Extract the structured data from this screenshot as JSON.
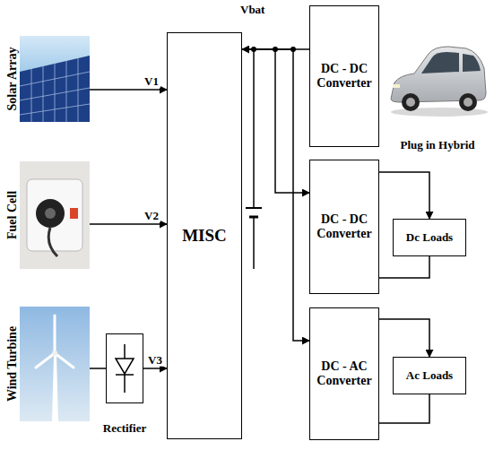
{
  "diagram": {
    "nodes": [
      {
        "text": [
          "Solar Array"
        ]
      },
      {
        "text": [
          "Fuel Cell"
        ]
      },
      {
        "text": [
          "Wind Turbine"
        ]
      },
      {
        "text": [
          "Rectifier"
        ]
      },
      {
        "text": [
          "MISC"
        ]
      },
      {
        "text": [
          "DC - DC Converter"
        ]
      },
      {
        "text": [
          "Plug in Hybrid"
        ]
      },
      {
        "text": [
          "DC - DC Converter"
        ]
      },
      {
        "text": [
          "Dc Loads"
        ]
      },
      {
        "text": [
          "DC - AC Converter"
        ]
      },
      {
        "text": [
          "Ac Loads"
        ]
      }
    ],
    "edges": [
      {
        "from": 0,
        "to": 4,
        "arrow": "to",
        "label": "V1"
      },
      {
        "from": 1,
        "to": 4,
        "arrow": "to",
        "label": "V2"
      },
      {
        "from": 2,
        "to": 3,
        "arrow": "none"
      },
      {
        "from": 3,
        "to": 4,
        "arrow": "to",
        "label": "V3"
      },
      {
        "from": 5,
        "to": 4,
        "arrow": "to"
      },
      {
        "from": 4,
        "to": 7,
        "arrow": "to"
      },
      {
        "from": 4,
        "to": 9,
        "arrow": "to"
      },
      {
        "from": 7,
        "to": 8,
        "arrow": "to"
      },
      {
        "from": 9,
        "to": 10,
        "arrow": "to"
      }
    ],
    "labels": [
      "Vbat"
    ]
  }
}
